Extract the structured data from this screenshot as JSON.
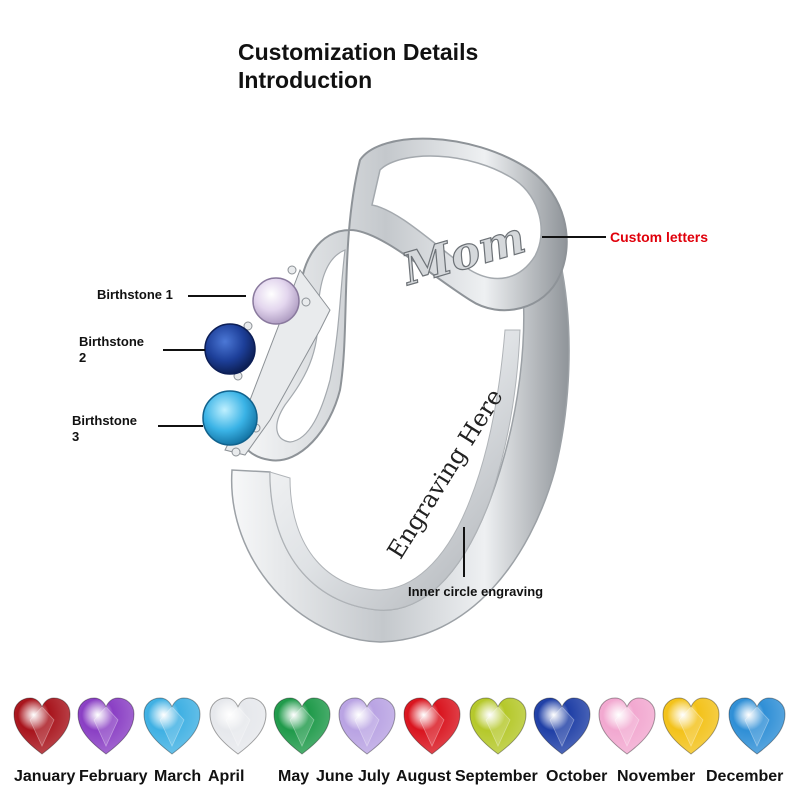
{
  "title": {
    "line1": "Customization Details",
    "line2": "Introduction"
  },
  "ring": {
    "front_word": "Mom",
    "engraving_text": "Engraving Here"
  },
  "callouts": {
    "birthstone1": "Birthstone 1",
    "birthstone2_line1": "Birthstone",
    "birthstone2_line2": "2",
    "birthstone3_line1": "Birthstone",
    "birthstone3_line2": "3",
    "custom_letters": "Custom letters",
    "inner_engraving": "Inner circle engraving"
  },
  "colors": {
    "custom_letters_label": "#e0000b",
    "birthstone1": "#d9cde4",
    "birthstone2": "#1d3f99",
    "birthstone3": "#3ab3e6",
    "silver": "#c9ccd0"
  },
  "months": [
    {
      "name": "January",
      "color": "#a8141c"
    },
    {
      "name": "February",
      "color": "#8a3fc4"
    },
    {
      "name": "March",
      "color": "#3fb0e3"
    },
    {
      "name": "April",
      "color": "#e6e8ec"
    },
    {
      "name": "May",
      "color": "#1f9a4a"
    },
    {
      "name": "June",
      "color": "#b9a3e3"
    },
    {
      "name": "July",
      "color": "#d9141e"
    },
    {
      "name": "August",
      "color": "#b5c82a"
    },
    {
      "name": "September",
      "color": "#1f3fa6"
    },
    {
      "name": "October",
      "color": "#f2a8d0"
    },
    {
      "name": "November",
      "color": "#f3c21a"
    },
    {
      "name": "December",
      "color": "#2f8fd6"
    }
  ]
}
